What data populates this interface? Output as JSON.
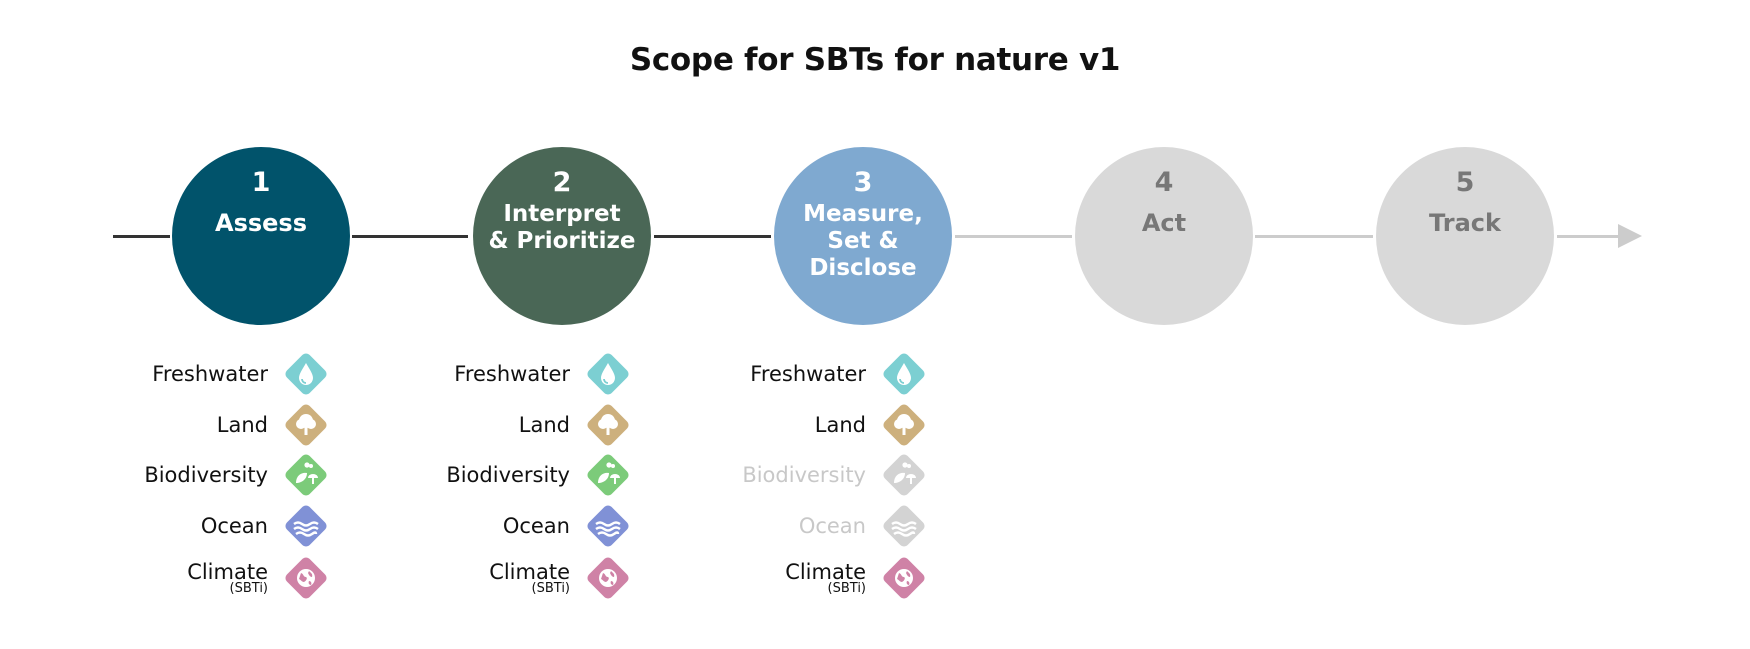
{
  "title": "Scope for SBTs for nature v1",
  "colors": {
    "assess": "#01536b",
    "interpret": "#4a6756",
    "measure": "#7fa9d0",
    "inactive": "#d9d9d9",
    "freshwater": "#7ccfd2",
    "land": "#cdb07d",
    "biodiversity": "#7ccb7a",
    "ocean": "#8091d6",
    "climate": "#cf82a6",
    "faded": "#d3d3d3"
  },
  "steps": [
    {
      "number": "1",
      "label": "Assess"
    },
    {
      "number": "2",
      "label": "Interpret\n& Prioritize"
    },
    {
      "number": "3",
      "label": "Measure,\nSet &\nDisclose"
    },
    {
      "number": "4",
      "label": "Act"
    },
    {
      "number": "5",
      "label": "Track"
    }
  ],
  "themes": {
    "step1": [
      {
        "label": "Freshwater",
        "icon": "water-drop-icon"
      },
      {
        "label": "Land",
        "icon": "tree-icon"
      },
      {
        "label": "Biodiversity",
        "icon": "leaf-mushroom-icon"
      },
      {
        "label": "Ocean",
        "icon": "waves-icon"
      },
      {
        "label": "Climate",
        "sub": "(SBTi)",
        "icon": "globe-icon"
      }
    ],
    "step2": [
      {
        "label": "Freshwater",
        "icon": "water-drop-icon"
      },
      {
        "label": "Land",
        "icon": "tree-icon"
      },
      {
        "label": "Biodiversity",
        "icon": "leaf-mushroom-icon"
      },
      {
        "label": "Ocean",
        "icon": "waves-icon"
      },
      {
        "label": "Climate",
        "sub": "(SBTi)",
        "icon": "globe-icon"
      }
    ],
    "step3": [
      {
        "label": "Freshwater",
        "icon": "water-drop-icon"
      },
      {
        "label": "Land",
        "icon": "tree-icon"
      },
      {
        "label": "Biodiversity",
        "icon": "leaf-mushroom-icon",
        "faded": true
      },
      {
        "label": "Ocean",
        "icon": "waves-icon",
        "faded": true
      },
      {
        "label": "Climate",
        "sub": "(SBTi)",
        "icon": "globe-icon"
      }
    ]
  }
}
